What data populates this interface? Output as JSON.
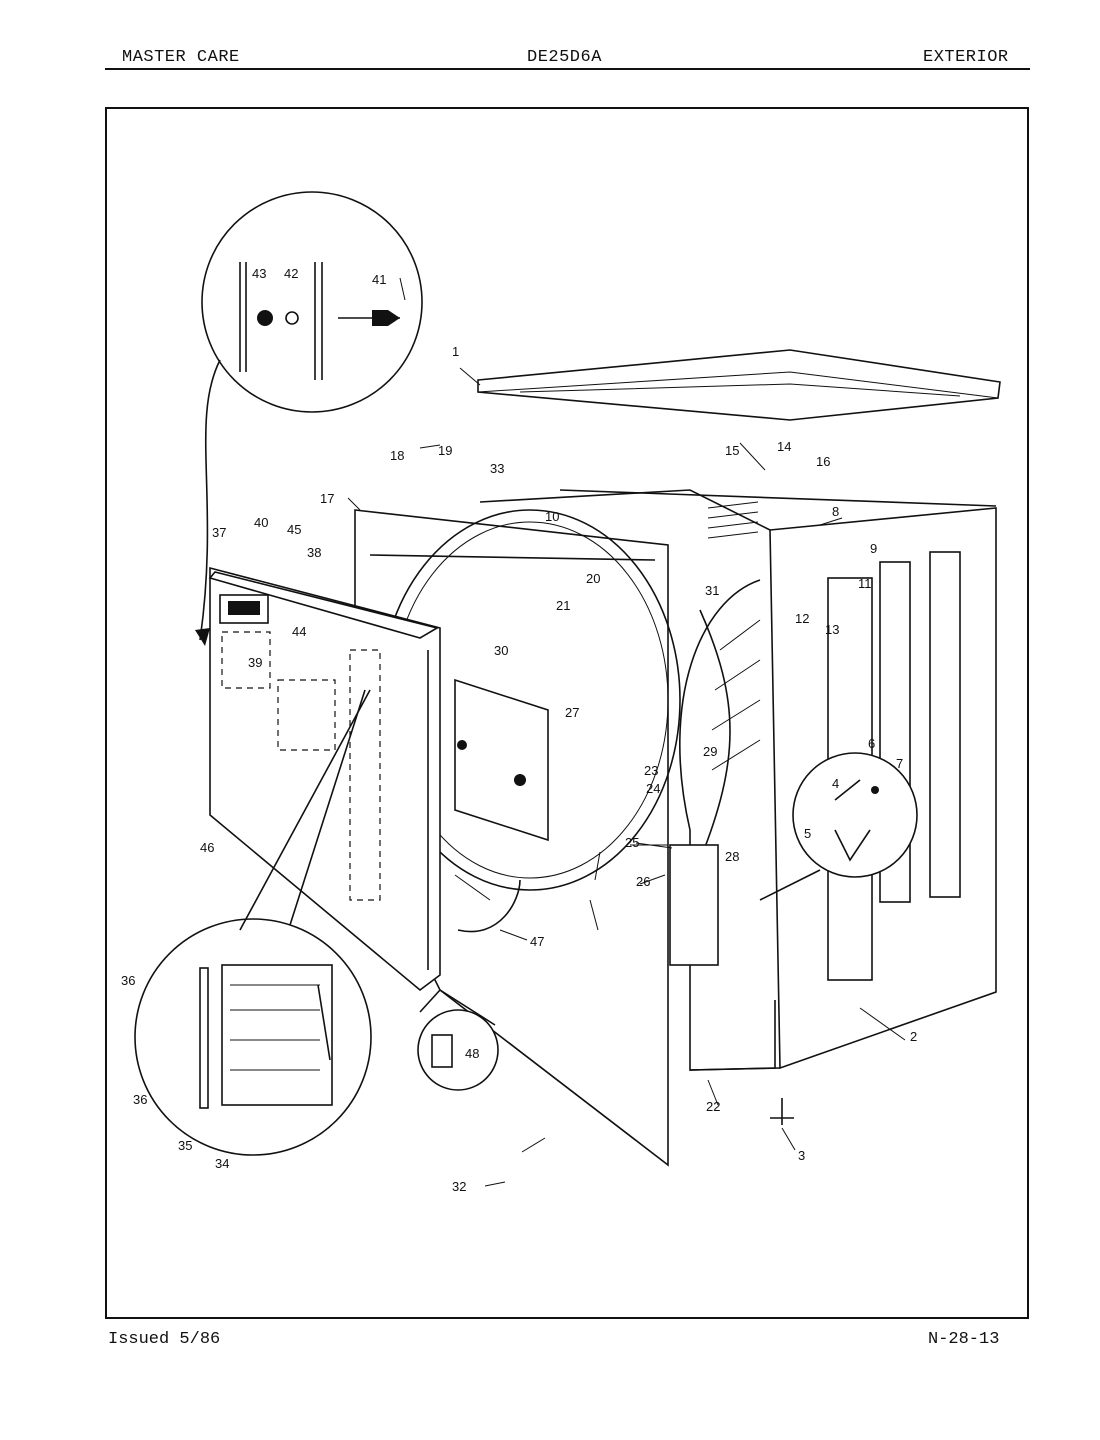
{
  "header": {
    "brand": "MASTER CARE",
    "model": "DE25D6A",
    "section": "EXTERIOR"
  },
  "footer": {
    "issued": "Issued 5/86",
    "page_code": "N-28-13"
  },
  "part_numbers": [
    "1",
    "2",
    "3",
    "4",
    "5",
    "6",
    "7",
    "8",
    "9",
    "10",
    "11",
    "12",
    "13",
    "14",
    "15",
    "16",
    "17",
    "18",
    "19",
    "20",
    "21",
    "22",
    "23",
    "24",
    "25",
    "26",
    "27",
    "28",
    "29",
    "30",
    "31",
    "32",
    "33",
    "34",
    "35",
    "36",
    "37",
    "38",
    "39",
    "40",
    "41",
    "42",
    "43",
    "44",
    "45",
    "46",
    "47",
    "48"
  ]
}
